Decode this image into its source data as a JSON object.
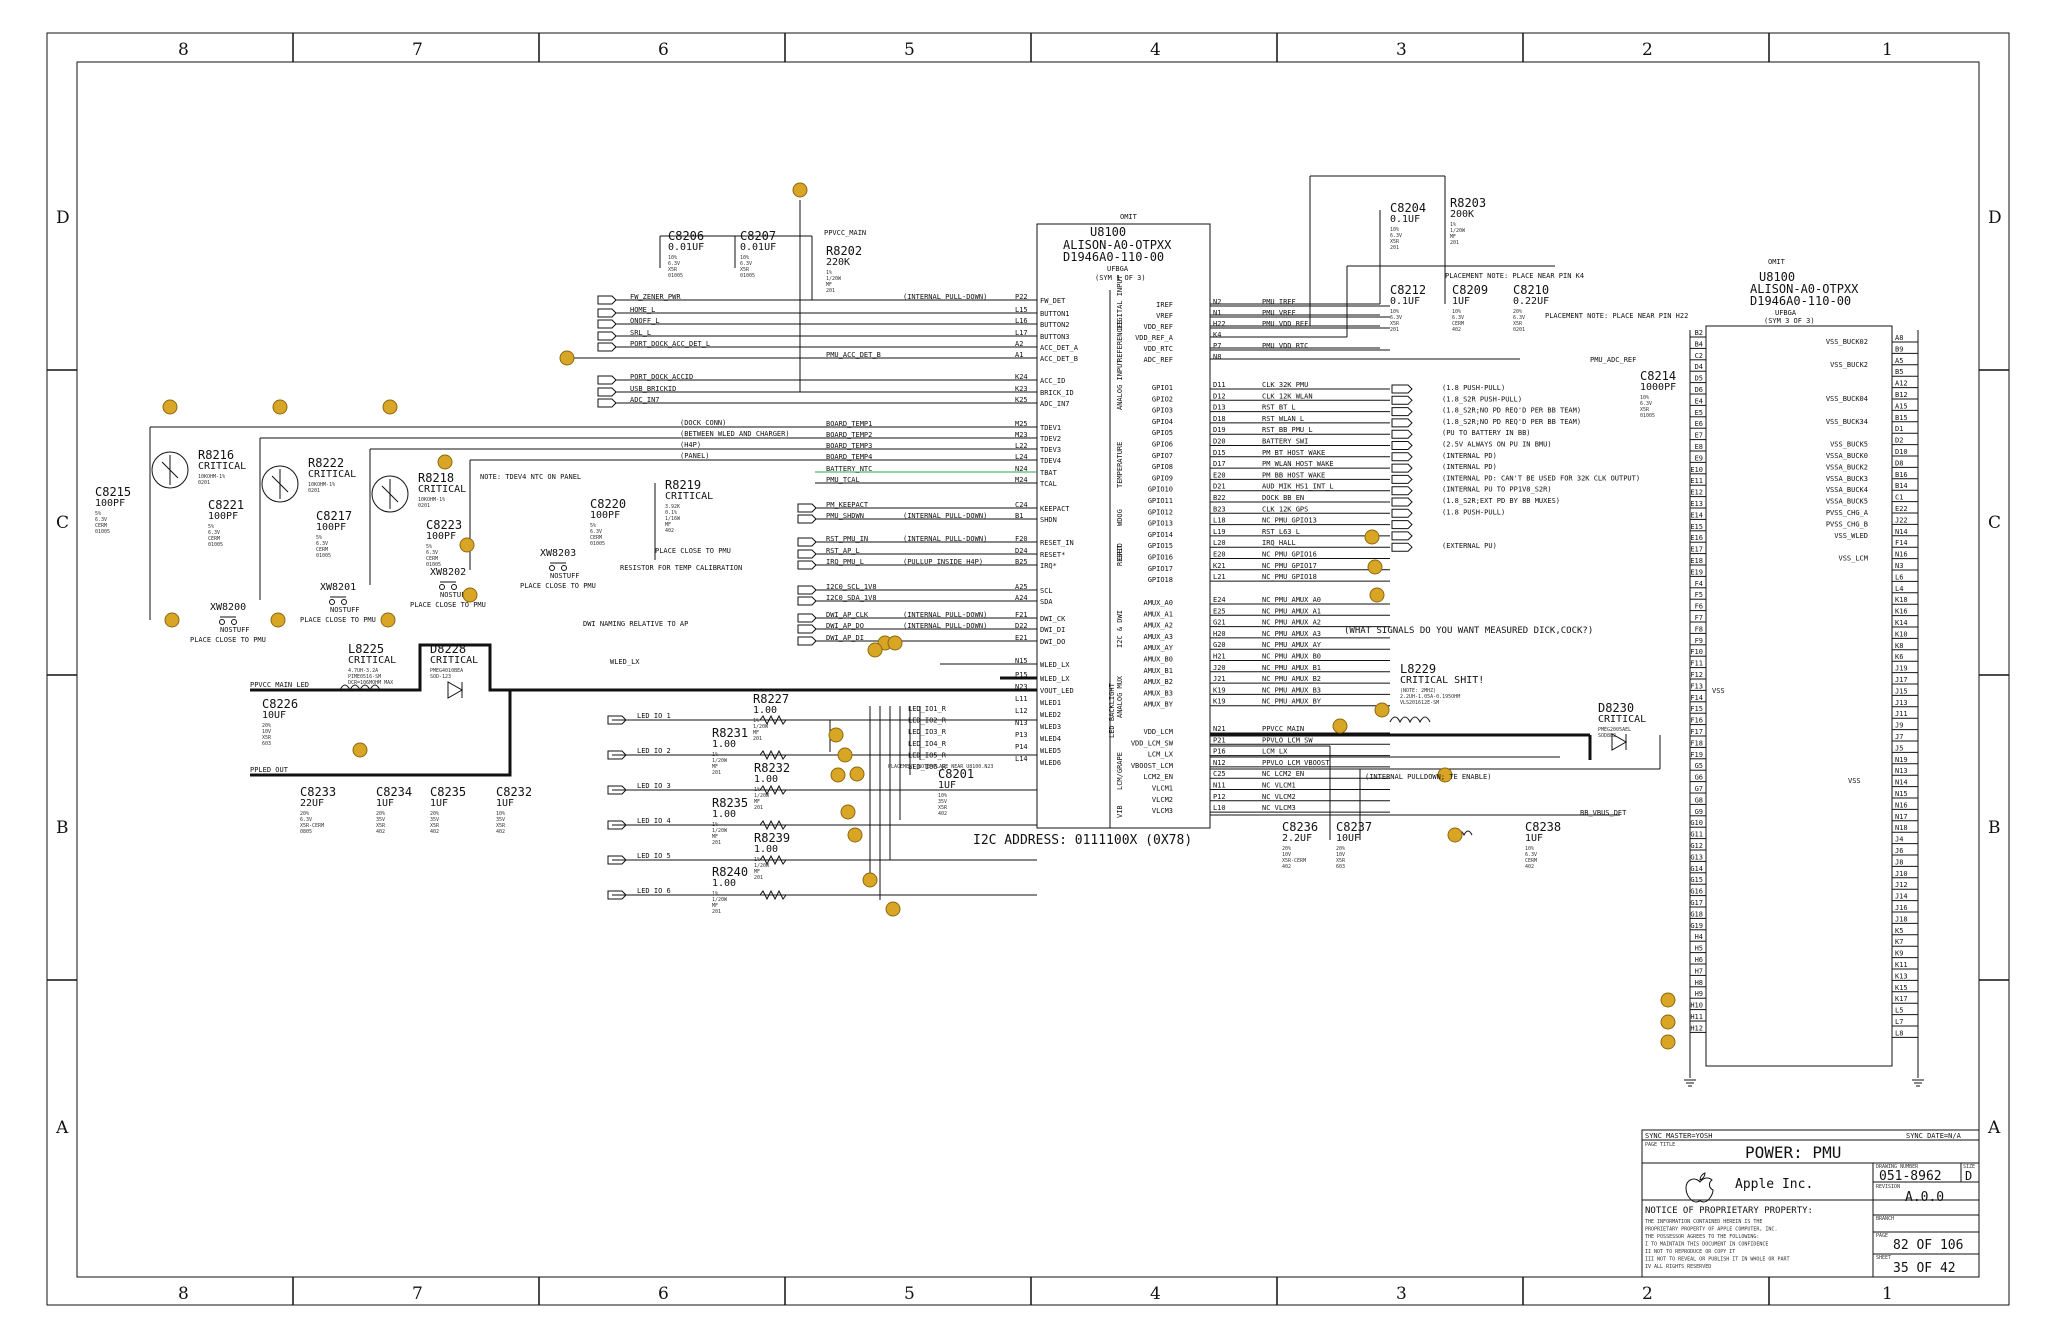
{
  "title_block": {
    "sync_master": "SYNC_MASTER=YOSH",
    "sync_date": "SYNC_DATE=N/A",
    "page_title_label": "PAGE TITLE",
    "page_title": "POWER: PMU",
    "company": "Apple Inc.",
    "drawing_number_label": "DRAWING NUMBER",
    "drawing_number": "051-8962",
    "size_label": "SIZE",
    "size": "D",
    "revision_label": "REVISION",
    "revision": "A.0.0",
    "branch_label": "BRANCH",
    "page_label": "PAGE",
    "page": "82 OF 106",
    "sheet_label": "SHEET",
    "sheet": "35 OF 42",
    "notice_title": "NOTICE OF PROPRIETARY PROPERTY:",
    "notice_lines": [
      "THE INFORMATION CONTAINED HEREIN IS THE",
      "PROPRIETARY PROPERTY OF APPLE COMPUTER, INC.",
      "THE POSSESSOR AGREES TO THE FOLLOWING:",
      "I TO MAINTAIN THIS DOCUMENT IN CONFIDENCE",
      "II NOT TO REPRODUCE OR COPY IT",
      "III NOT TO REVEAL OR PUBLISH IT IN WHOLE OR PART",
      "IV ALL RIGHTS RESERVED"
    ]
  },
  "frame": {
    "columns": [
      "8",
      "7",
      "6",
      "5",
      "4",
      "3",
      "2",
      "1"
    ],
    "rows": [
      "D",
      "C",
      "B",
      "A"
    ]
  },
  "u8100_main": {
    "omit": "OMIT",
    "ref": "U8100",
    "part": "ALISON-A0-OTPXX",
    "number": "D1946A0-110-00",
    "pkg": "UFBGA",
    "sym": "(SYM 1 OF 3)",
    "sections": [
      "DIGITAL INPUT",
      "REFERENCES",
      "ANALOG INPUT",
      "TEMPERATURE",
      "GPIO",
      "WDOG",
      "RESET",
      "I2C & DWI",
      "ANALOG MUX",
      "LED BACKLIGHT",
      "LCM/GRAPE",
      "VIB"
    ],
    "left_pins": [
      {
        "name": "FW_DET",
        "pin": "P22"
      },
      {
        "name": "BUTTON1",
        "pin": "L15"
      },
      {
        "name": "BUTTON2",
        "pin": "L16"
      },
      {
        "name": "BUTTON3",
        "pin": "L17"
      },
      {
        "name": "ACC_DET_A",
        "pin": "A2"
      },
      {
        "name": "ACC_DET_B",
        "pin": "A1"
      },
      {
        "name": "ACC_ID",
        "pin": "K24"
      },
      {
        "name": "BRICK_ID",
        "pin": "K23"
      },
      {
        "name": "ADC_IN7",
        "pin": "K25"
      },
      {
        "name": "TDEV1",
        "pin": "M25"
      },
      {
        "name": "TDEV2",
        "pin": "M23"
      },
      {
        "name": "TDEV3",
        "pin": "L22"
      },
      {
        "name": "TDEV4",
        "pin": "L24"
      },
      {
        "name": "TBAT",
        "pin": "N24"
      },
      {
        "name": "TCAL",
        "pin": "M24"
      },
      {
        "name": "KEEPACT",
        "pin": "C24"
      },
      {
        "name": "SHDN",
        "pin": "B1"
      },
      {
        "name": "RESET_IN",
        "pin": "F20"
      },
      {
        "name": "RESET*",
        "pin": "D24"
      },
      {
        "name": "IRQ*",
        "pin": "B25"
      },
      {
        "name": "SCL",
        "pin": "A25"
      },
      {
        "name": "SDA",
        "pin": "A24"
      },
      {
        "name": "DWI_CK",
        "pin": "F21"
      },
      {
        "name": "DWI_DI",
        "pin": "D22"
      },
      {
        "name": "DWI_DO",
        "pin": "E21"
      },
      {
        "name": "WLED_LX",
        "pin": "N15"
      },
      {
        "name": "WLED_LX",
        "pin": "P15"
      },
      {
        "name": "VOUT_LED",
        "pin": "N23"
      },
      {
        "name": "WLED1",
        "pin": "L11"
      },
      {
        "name": "WLED2",
        "pin": "L12"
      },
      {
        "name": "WLED3",
        "pin": "N13"
      },
      {
        "name": "WLED4",
        "pin": "P13"
      },
      {
        "name": "WLED5",
        "pin": "P14"
      },
      {
        "name": "WLED6",
        "pin": "L14"
      }
    ],
    "right_pins": [
      {
        "name": "IREF",
        "pin": "N2"
      },
      {
        "name": "VREF",
        "pin": "N1"
      },
      {
        "name": "VDD_REF",
        "pin": "H22"
      },
      {
        "name": "VDD_REF_A",
        "pin": "K4"
      },
      {
        "name": "VDD_RTC",
        "pin": "P7"
      },
      {
        "name": "ADC_REF",
        "pin": "N8"
      },
      {
        "name": "GPIO1",
        "pin": "D11"
      },
      {
        "name": "GPIO2",
        "pin": "D12"
      },
      {
        "name": "GPIO3",
        "pin": "D13"
      },
      {
        "name": "GPIO4",
        "pin": "D18"
      },
      {
        "name": "GPIO5",
        "pin": "D19"
      },
      {
        "name": "GPIO6",
        "pin": "D20"
      },
      {
        "name": "GPIO7",
        "pin": "D15"
      },
      {
        "name": "GPIO8",
        "pin": "D17"
      },
      {
        "name": "GPIO9",
        "pin": "E20"
      },
      {
        "name": "GPIO10",
        "pin": "D21"
      },
      {
        "name": "GPIO11",
        "pin": "B22"
      },
      {
        "name": "GPIO12",
        "pin": "B23"
      },
      {
        "name": "GPIO13",
        "pin": "L18"
      },
      {
        "name": "GPIO14",
        "pin": "L19"
      },
      {
        "name": "GPIO15",
        "pin": "L20"
      },
      {
        "name": "GPIO16",
        "pin": "E20"
      },
      {
        "name": "GPIO17",
        "pin": "K21"
      },
      {
        "name": "GPIO18",
        "pin": "L21"
      },
      {
        "name": "AMUX_A0",
        "pin": "E24"
      },
      {
        "name": "AMUX_A1",
        "pin": "E25"
      },
      {
        "name": "AMUX_A2",
        "pin": "G21"
      },
      {
        "name": "AMUX_A3",
        "pin": "H20"
      },
      {
        "name": "AMUX_AY",
        "pin": "G20"
      },
      {
        "name": "AMUX_B0",
        "pin": "H21"
      },
      {
        "name": "AMUX_B1",
        "pin": "J20"
      },
      {
        "name": "AMUX_B2",
        "pin": "J21"
      },
      {
        "name": "AMUX_B3",
        "pin": "K19"
      },
      {
        "name": "AMUX_BY",
        "pin": "K19"
      },
      {
        "name": "VDD_LCM",
        "pin": "N21"
      },
      {
        "name": "VDD_LCM_SW",
        "pin": "P21"
      },
      {
        "name": "LCM_LX",
        "pin": "P16"
      },
      {
        "name": "VBOOST_LCM",
        "pin": "N12"
      },
      {
        "name": "LCM2_EN",
        "pin": "C25"
      },
      {
        "name": "VLCM1",
        "pin": "N11"
      },
      {
        "name": "VLCM2",
        "pin": "P12"
      },
      {
        "name": "VLCM3",
        "pin": "L10"
      }
    ],
    "right_nets": [
      "PMU_IREF",
      "PMU_VREF",
      "PMU_VDD_REF",
      "",
      "PMU_VDD_RTC",
      "",
      "CLK_32K_PMU",
      "CLK_12K_WLAN",
      "RST_BT_L",
      "RST_WLAN_L",
      "RST_BB_PMU_L",
      "BATTERY_SWI",
      "PM_BT_HOST_WAKE",
      "PM_WLAN_HOST_WAKE",
      "PM_BB_HOST_WAKE",
      "AUD_MIK_HS1_INT_L",
      "DOCK_BB_EN",
      "CLK_12K_GPS",
      "NC_PMU_GPIO13",
      "RST_L63_L",
      "IRQ_HALL",
      "NC_PMU_GPIO16",
      "NC_PMU_GPIO17",
      "NC_PMU_GPIO18",
      "NC_PMU_AMUX_A0",
      "NC_PMU_AMUX_A1",
      "NC_PMU_AMUX_A2",
      "NC_PMU_AMUX_A3",
      "NC_PMU_AMUX_AY",
      "NC_PMU_AMUX_B0",
      "NC_PMU_AMUX_B1",
      "NC_PMU_AMUX_B2",
      "NC_PMU_AMUX_B3",
      "NC_PMU_AMUX_BY",
      "PPVCC_MAIN",
      "PPVLO_LCM_SW",
      "LCM_LX",
      "PPVLO_LCM_VBOOST",
      "NC_LCM2_EN",
      "NC_VLCM1",
      "NC_VLCM2",
      "NC_VLCM3"
    ],
    "gpio_notes": [
      "(1.8 PUSH-PULL)",
      "(1.8_S2R PUSH-PULL)",
      "(1.8_S2R;NO PD REQ'D PER BB TEAM)",
      "(1.8_S2R;NO PD REQ'D PER BB TEAM)",
      "(PU TO BATTERY IN BB)",
      "(2.5V ALWAYS ON PU IN BMU)",
      "(INTERNAL PD)",
      "(INTERNAL PD)",
      "(INTERNAL PD: CAN'T BE USED FOR 32K CLK OUTPUT)",
      "(INTERNAL PU TO PP1V8_S2R)",
      "(1.8_S2R;EXT PD BY BB MUXES)",
      "(1.8 PUSH-PULL)",
      "",
      "",
      "(EXTERNAL PU)"
    ]
  },
  "u8100_vss": {
    "omit": "OMIT",
    "ref": "U8100",
    "part": "ALISON-A0-OTPXX",
    "number": "D1946A0-110-00",
    "pkg": "UFBGA",
    "sym": "(SYM 3 OF 3)",
    "left_pins": [
      "B2",
      "B4",
      "C2",
      "D4",
      "D5",
      "D6",
      "E4",
      "E5",
      "E6",
      "E7",
      "E8",
      "E9",
      "E10",
      "E11",
      "E12",
      "E13",
      "E14",
      "E15",
      "E16",
      "E17",
      "E18",
      "E19",
      "F4",
      "F5",
      "F6",
      "F7",
      "F8",
      "F9",
      "F10",
      "F11",
      "F12",
      "F13",
      "F14",
      "F15",
      "F16",
      "F17",
      "F18",
      "F19",
      "G5",
      "G6",
      "G7",
      "G8",
      "G9",
      "G10",
      "G11",
      "G12",
      "G13",
      "G14",
      "G15",
      "G16",
      "G17",
      "G18",
      "G19",
      "H4",
      "H5",
      "H6",
      "H7",
      "H8",
      "H9",
      "H10",
      "H11",
      "H12"
    ],
    "vss_label": "VSS",
    "right_labels": [
      {
        "name": "VSS_BUCK02",
        "pins": [
          "A8",
          "B9"
        ]
      },
      {
        "name": "VSS_BUCK2",
        "pins": [
          "A5",
          "B5",
          "A12"
        ]
      },
      {
        "name": "VSS_BUCK04",
        "pins": [
          "B12",
          "A15"
        ]
      },
      {
        "name": "VSS_BUCK34",
        "pins": [
          "B15",
          "D1"
        ]
      },
      {
        "name": "VSS_BUCK5",
        "pins": [
          "D2"
        ]
      },
      {
        "name": "VSSA_BUCK0",
        "pins": [
          "D10"
        ]
      },
      {
        "name": "VSSA_BUCK2",
        "pins": [
          "D8"
        ]
      },
      {
        "name": "VSSA_BUCK3",
        "pins": [
          "B16"
        ]
      },
      {
        "name": "VSSA_BUCK4",
        "pins": [
          "B14"
        ]
      },
      {
        "name": "VSSA_BUCK5",
        "pins": [
          "C1"
        ]
      },
      {
        "name": "PVSS_CHG_A",
        "pins": [
          "E22"
        ]
      },
      {
        "name": "PVSS_CHG_B",
        "pins": [
          "J22"
        ]
      },
      {
        "name": "VSS_WLED",
        "pins": [
          "N14",
          "F14"
        ]
      },
      {
        "name": "VSS_LCM",
        "pins": [
          "N16"
        ]
      }
    ],
    "right_vss_pins": [
      "N3",
      "L6",
      "L4",
      "K18",
      "K16",
      "K14",
      "K10",
      "K8",
      "K6",
      "J19",
      "J17",
      "J15",
      "J13",
      "J11",
      "J9",
      "J7",
      "J5",
      "N19",
      "N13",
      "N14",
      "N15",
      "N16",
      "N17",
      "N18",
      "J4",
      "J6",
      "J8",
      "J10",
      "J12",
      "J14",
      "J16",
      "J18",
      "K5",
      "K7",
      "K9",
      "K11",
      "K13",
      "K15",
      "K17",
      "L5",
      "L7",
      "L8"
    ]
  },
  "components": [
    {
      "ref": "C8206",
      "val": [
        "0.01UF",
        "10%",
        "6.3V",
        "X5R",
        "01005"
      ]
    },
    {
      "ref": "C8207",
      "val": [
        "0.01UF",
        "10%",
        "6.3V",
        "X5R",
        "01005"
      ]
    },
    {
      "ref": "R8202",
      "val": [
        "220K",
        "1%",
        "1/20W",
        "MF",
        "201"
      ]
    },
    {
      "ref": "C8204",
      "val": [
        "0.1UF",
        "10%",
        "6.3V",
        "X5R",
        "201"
      ]
    },
    {
      "ref": "R8203",
      "val": [
        "200K",
        "1%",
        "1/20W",
        "MF",
        "201"
      ]
    },
    {
      "ref": "C8212",
      "val": [
        "0.1UF",
        "10%",
        "6.3V",
        "X5R",
        "201"
      ]
    },
    {
      "ref": "C8209",
      "val": [
        "1UF",
        "10%",
        "6.3V",
        "CERM",
        "402"
      ]
    },
    {
      "ref": "C8210",
      "val": [
        "0.22UF",
        "20%",
        "6.3V",
        "X5R",
        "0201"
      ]
    },
    {
      "ref": "C8214",
      "val": [
        "1000PF",
        "10%",
        "6.3V",
        "X5R",
        "01005"
      ]
    },
    {
      "ref": "R8216",
      "val": [
        "CRITICAL",
        "10KOHM-1%",
        "0201"
      ]
    },
    {
      "ref": "R8222",
      "val": [
        "CRITICAL",
        "10KOHM-1%",
        "0201"
      ]
    },
    {
      "ref": "R8218",
      "val": [
        "CRITICAL",
        "10KOHM-1%",
        "0201"
      ]
    },
    {
      "ref": "C8215",
      "val": [
        "100PF",
        "5%",
        "6.3V",
        "CERM",
        "01005"
      ]
    },
    {
      "ref": "C8221",
      "val": [
        "100PF",
        "5%",
        "6.3V",
        "CERM",
        "01005"
      ]
    },
    {
      "ref": "C8217",
      "val": [
        "100PF",
        "5%",
        "6.3V",
        "CERM",
        "01005"
      ]
    },
    {
      "ref": "C8223",
      "val": [
        "100PF",
        "5%",
        "6.3V",
        "CERM",
        "01005"
      ]
    },
    {
      "ref": "C8220",
      "val": [
        "100PF",
        "5%",
        "6.3V",
        "CERM",
        "01005"
      ]
    },
    {
      "ref": "R8219",
      "val": [
        "CRITICAL",
        "3.92K",
        "0.1%",
        "1/16W",
        "MF",
        "402"
      ]
    },
    {
      "ref": "L8225",
      "val": [
        "CRITICAL",
        "4.7UH-3.2A",
        "PIME0516-SM",
        "DCR=106MOHM MAX"
      ]
    },
    {
      "ref": "D8228",
      "val": [
        "CRITICAL",
        "PMEG4010BEA",
        "SOD-123"
      ]
    },
    {
      "ref": "C8226",
      "val": [
        "10UF",
        "20%",
        "10V",
        "X5R",
        "603"
      ]
    },
    {
      "ref": "C8233",
      "val": [
        "22UF",
        "20%",
        "6.3V",
        "X5R-CERM",
        "0805"
      ]
    },
    {
      "ref": "C8234",
      "val": [
        "1UF",
        "20%",
        "35V",
        "X5R",
        "402"
      ]
    },
    {
      "ref": "C8235",
      "val": [
        "1UF",
        "20%",
        "35V",
        "X5R",
        "402"
      ]
    },
    {
      "ref": "C8232",
      "val": [
        "1UF",
        "10%",
        "35V",
        "X5R",
        "402"
      ]
    },
    {
      "ref": "R8227",
      "val": [
        "1.00",
        "1%",
        "1/20W",
        "MF",
        "201"
      ]
    },
    {
      "ref": "R8231",
      "val": [
        "1.00",
        "1%",
        "1/20W",
        "MF",
        "201"
      ]
    },
    {
      "ref": "R8232",
      "val": [
        "1.00",
        "1%",
        "1/20W",
        "MF",
        "201"
      ]
    },
    {
      "ref": "R8235",
      "val": [
        "1.00",
        "1%",
        "1/20W",
        "MF",
        "201"
      ]
    },
    {
      "ref": "R8239",
      "val": [
        "1.00",
        "1%",
        "1/20W",
        "MF",
        "201"
      ]
    },
    {
      "ref": "R8240",
      "val": [
        "1.00",
        "1%",
        "1/20W",
        "MF",
        "201"
      ]
    },
    {
      "ref": "C8201",
      "val": [
        "1UF",
        "10%",
        "35V",
        "X5R",
        "402"
      ]
    },
    {
      "ref": "L8229",
      "val": [
        "CRITICAL SHIT!",
        "(NOTE: 2MHZ)",
        "2.2UH-1.05A-0.195OHM",
        "VLS201612E-SM"
      ]
    },
    {
      "ref": "D8230",
      "val": [
        "CRITICAL",
        "PMEG2005AEL",
        "SOD882"
      ]
    },
    {
      "ref": "C8236",
      "val": [
        "2.2UF",
        "20%",
        "10V",
        "X5R-CERM",
        "402"
      ]
    },
    {
      "ref": "C8237",
      "val": [
        "10UF",
        "20%",
        "10V",
        "X5R",
        "603"
      ]
    },
    {
      "ref": "C8238",
      "val": [
        "1UF",
        "10%",
        "6.3V",
        "CERM",
        "402"
      ]
    }
  ],
  "xw": [
    {
      "ref": "XW8200",
      "val": "NOSTUFF",
      "note": "PLACE CLOSE TO PMU"
    },
    {
      "ref": "XW8201",
      "val": "NOSTUFF",
      "note": "PLACE CLOSE TO PMU"
    },
    {
      "ref": "XW8202",
      "val": "NOSTUFF",
      "note": "PLACE CLOSE TO PMU"
    },
    {
      "ref": "XW8203",
      "val": "NOSTUFF",
      "note": "PLACE CLOSE TO PMU"
    }
  ],
  "left_nets": [
    {
      "name": "FW_ZENER_PWR",
      "note": "(INTERNAL PULL-DOWN)"
    },
    {
      "name": "HOME_L",
      "note": ""
    },
    {
      "name": "ONOFF_L",
      "note": ""
    },
    {
      "name": "SRL_L",
      "note": ""
    },
    {
      "name": "PORT_DOCK_ACC_DET_L",
      "note": ""
    },
    {
      "name": "PMU_ACC_DET_B",
      "note": ""
    },
    {
      "name": "PORT_DOCK_ACCID",
      "note": ""
    },
    {
      "name": "USB_BRICKID",
      "note": ""
    },
    {
      "name": "ADC_IN7",
      "note": ""
    }
  ],
  "temp_nets": [
    {
      "desc": "(DOCK CONN)",
      "name": "BOARD_TEMP1"
    },
    {
      "desc": "(BETWEEN WLED AND CHARGER)",
      "name": "BOARD_TEMP2"
    },
    {
      "desc": "(H4P)",
      "name": "BOARD_TEMP3"
    },
    {
      "desc": "(PANEL)",
      "name": "BOARD_TEMP4"
    },
    {
      "desc": "",
      "name": "BATTERY_NTC"
    },
    {
      "desc": "",
      "name": "PMU_TCAL"
    }
  ],
  "ctl_nets": [
    {
      "name": "PM_KEEPACT",
      "note": ""
    },
    {
      "name": "PMU_SHDWN",
      "note": "(INTERNAL PULL-DOWN)"
    },
    {
      "name": "RST_PMU_IN",
      "note": "(INTERNAL PULL-DOWN)"
    },
    {
      "name": "RST_AP_L",
      "note": ""
    },
    {
      "name": "IRQ_PMU_L",
      "note": "(PULLUP INSIDE H4P)"
    },
    {
      "name": "I2C0_SCL_1V8",
      "note": ""
    },
    {
      "name": "I2C0_SDA_1V8",
      "note": ""
    },
    {
      "name": "DWI_AP_CLK",
      "note": "(INTERNAL PULL-DOWN)"
    },
    {
      "name": "DWI_AP_DO",
      "note": "(INTERNAL PULL-DOWN)"
    },
    {
      "name": "DWI_AP_DI",
      "note": ""
    }
  ],
  "led_nets": [
    "LED_IO_1",
    "LED_IO_2",
    "LED_IO_3",
    "LED_IO_4",
    "LED_IO_5",
    "LED_IO_6"
  ],
  "led_r_nets": [
    "LED_IO1_R",
    "LED_IO2_R",
    "LED_IO3_R",
    "LED_IO4_R",
    "LED_IO5_R",
    "LED_IO6_R"
  ],
  "other_nets": {
    "ppvcc_main": "PPVCC_MAIN",
    "ppvcc_main_led": "PPVCC_MAIN_LED",
    "ppled_out": "PPLED_OUT",
    "wled_lx": "WLED_LX",
    "pmu_adc_ref": "PMU_ADC_REF",
    "bb_vbus_det": "BB_VBUS_DET"
  },
  "notes": {
    "tdev4": "NOTE: TDEV4 NTC ON PANEL",
    "place_close": "PLACE CLOSE TO PMU",
    "resistor_temp": "RESISTOR FOR TEMP CALIBRATION",
    "dwi_naming": "DWI NAMING RELATIVE TO AP",
    "i2c_address": "I2C ADDRESS: 0111100X (0X78)",
    "question": "(WHAT SIGNALS DO YOU WANT MEASURED DICK,COCK?)",
    "placement_k4": "PLACEMENT NOTE: PLACE NEAR PIN K4",
    "placement_h22": "PLACEMENT NOTE: PLACE NEAR PIN H22",
    "internal_pulldown_te": "(INTERNAL PULLDOWN; TE ENABLE)",
    "placement_led": "PLACEMENT_NOTE=PLACE NEAR U8100.N23",
    "critical": "CRITICAL",
    "omit": "OMIT"
  }
}
